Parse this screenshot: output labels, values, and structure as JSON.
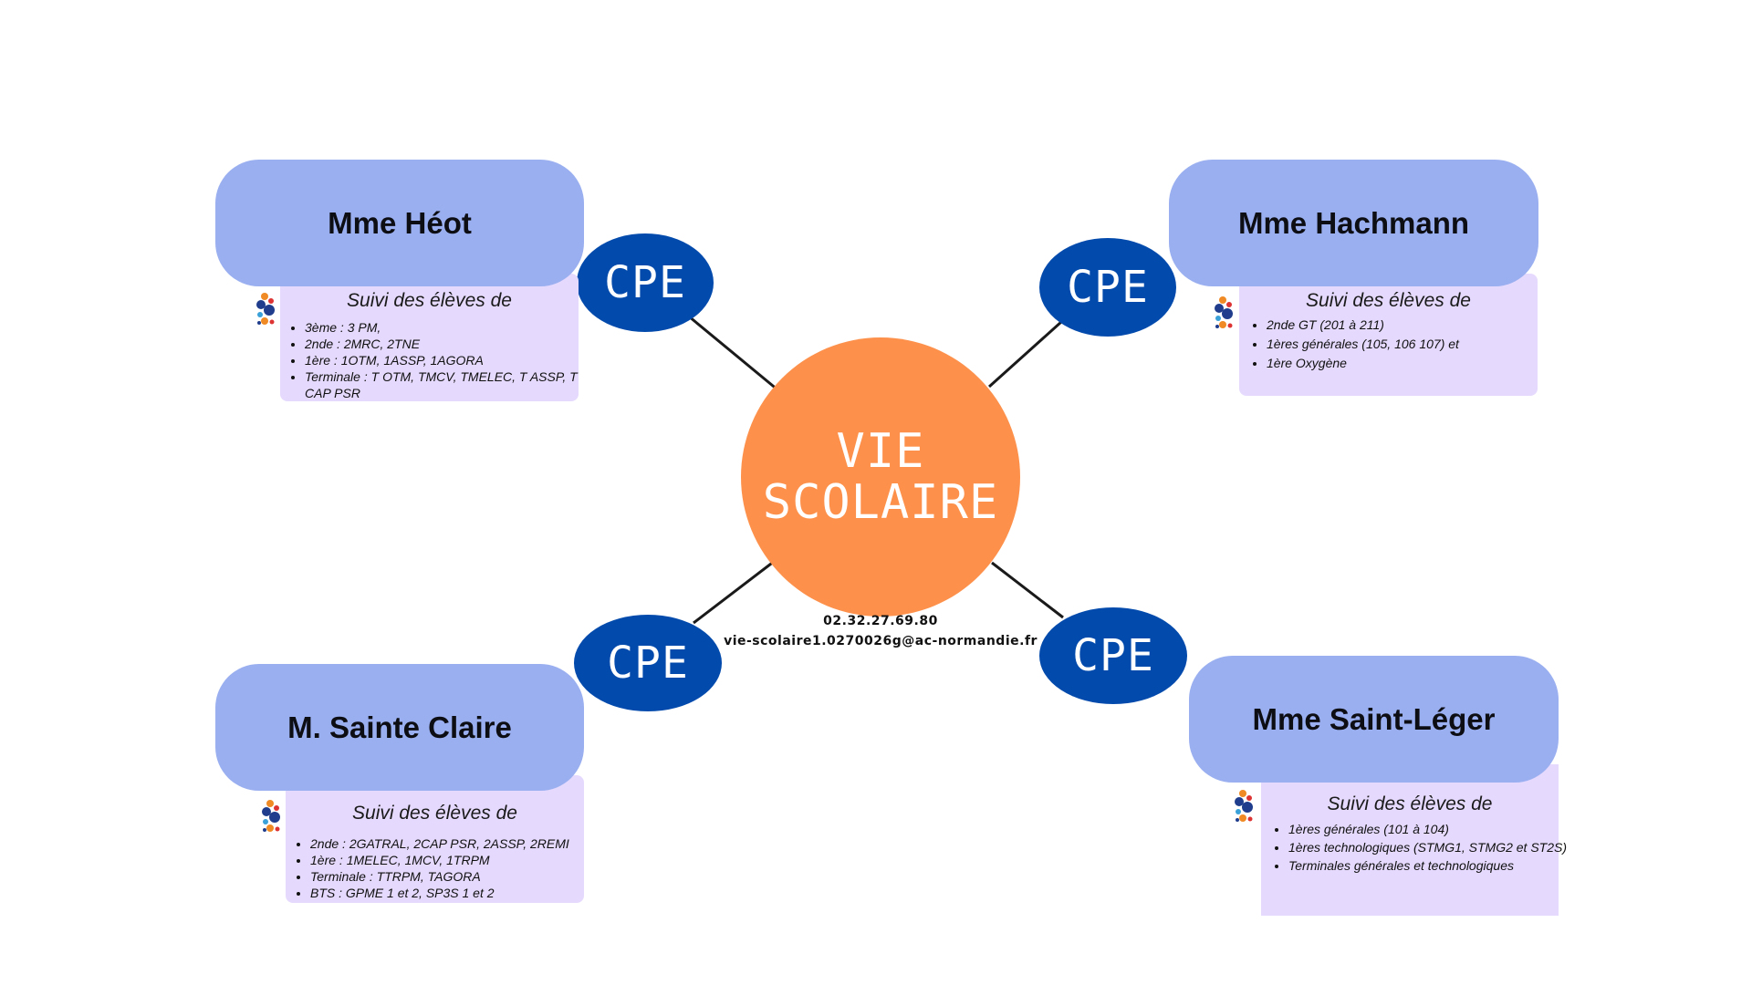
{
  "hub": {
    "line1": "VIE",
    "line2": "SCOLAIRE"
  },
  "contact": {
    "phone": "02.32.27.69.80",
    "email": "vie-scolaire1.0270026g@ac-normandie.fr"
  },
  "cpe_label": "CPE",
  "suivi_label": "Suivi des élèves de",
  "colors": {
    "hub": "#fd914b",
    "cpe": "#034aad",
    "header": "#9aaff0",
    "panel": "#e5d9fd",
    "connector": "#1a1a1a"
  },
  "cards": [
    {
      "name": "Mme Héot",
      "items": [
        "3ème : 3 PM,",
        "2nde : 2MRC,  2TNE",
        "1ère : 1OTM, 1ASSP, 1AGORA",
        "Terminale : T OTM, TMCV, TMELEC, T ASSP, T CAP PSR"
      ]
    },
    {
      "name": "Mme Hachmann",
      "items": [
        "2nde GT  (201 à 211)",
        "1ères générales (105, 106 107) et",
        "1ère Oxygène"
      ]
    },
    {
      "name": "M. Sainte Claire",
      "items": [
        "2nde : 2GATRAL,  2CAP PSR, 2ASSP, 2REMI",
        "1ère : 1MELEC, 1MCV, 1TRPM",
        "Terminale : TTRPM, TAGORA",
        "BTS : GPME 1 et 2, SP3S 1 et 2"
      ]
    },
    {
      "name": "Mme Saint-Léger",
      "items": [
        "1ères générales (101 à 104)",
        "1ères technologiques (STMG1, STMG2 et ST2S)",
        "Terminales générales et technologiques"
      ]
    }
  ]
}
